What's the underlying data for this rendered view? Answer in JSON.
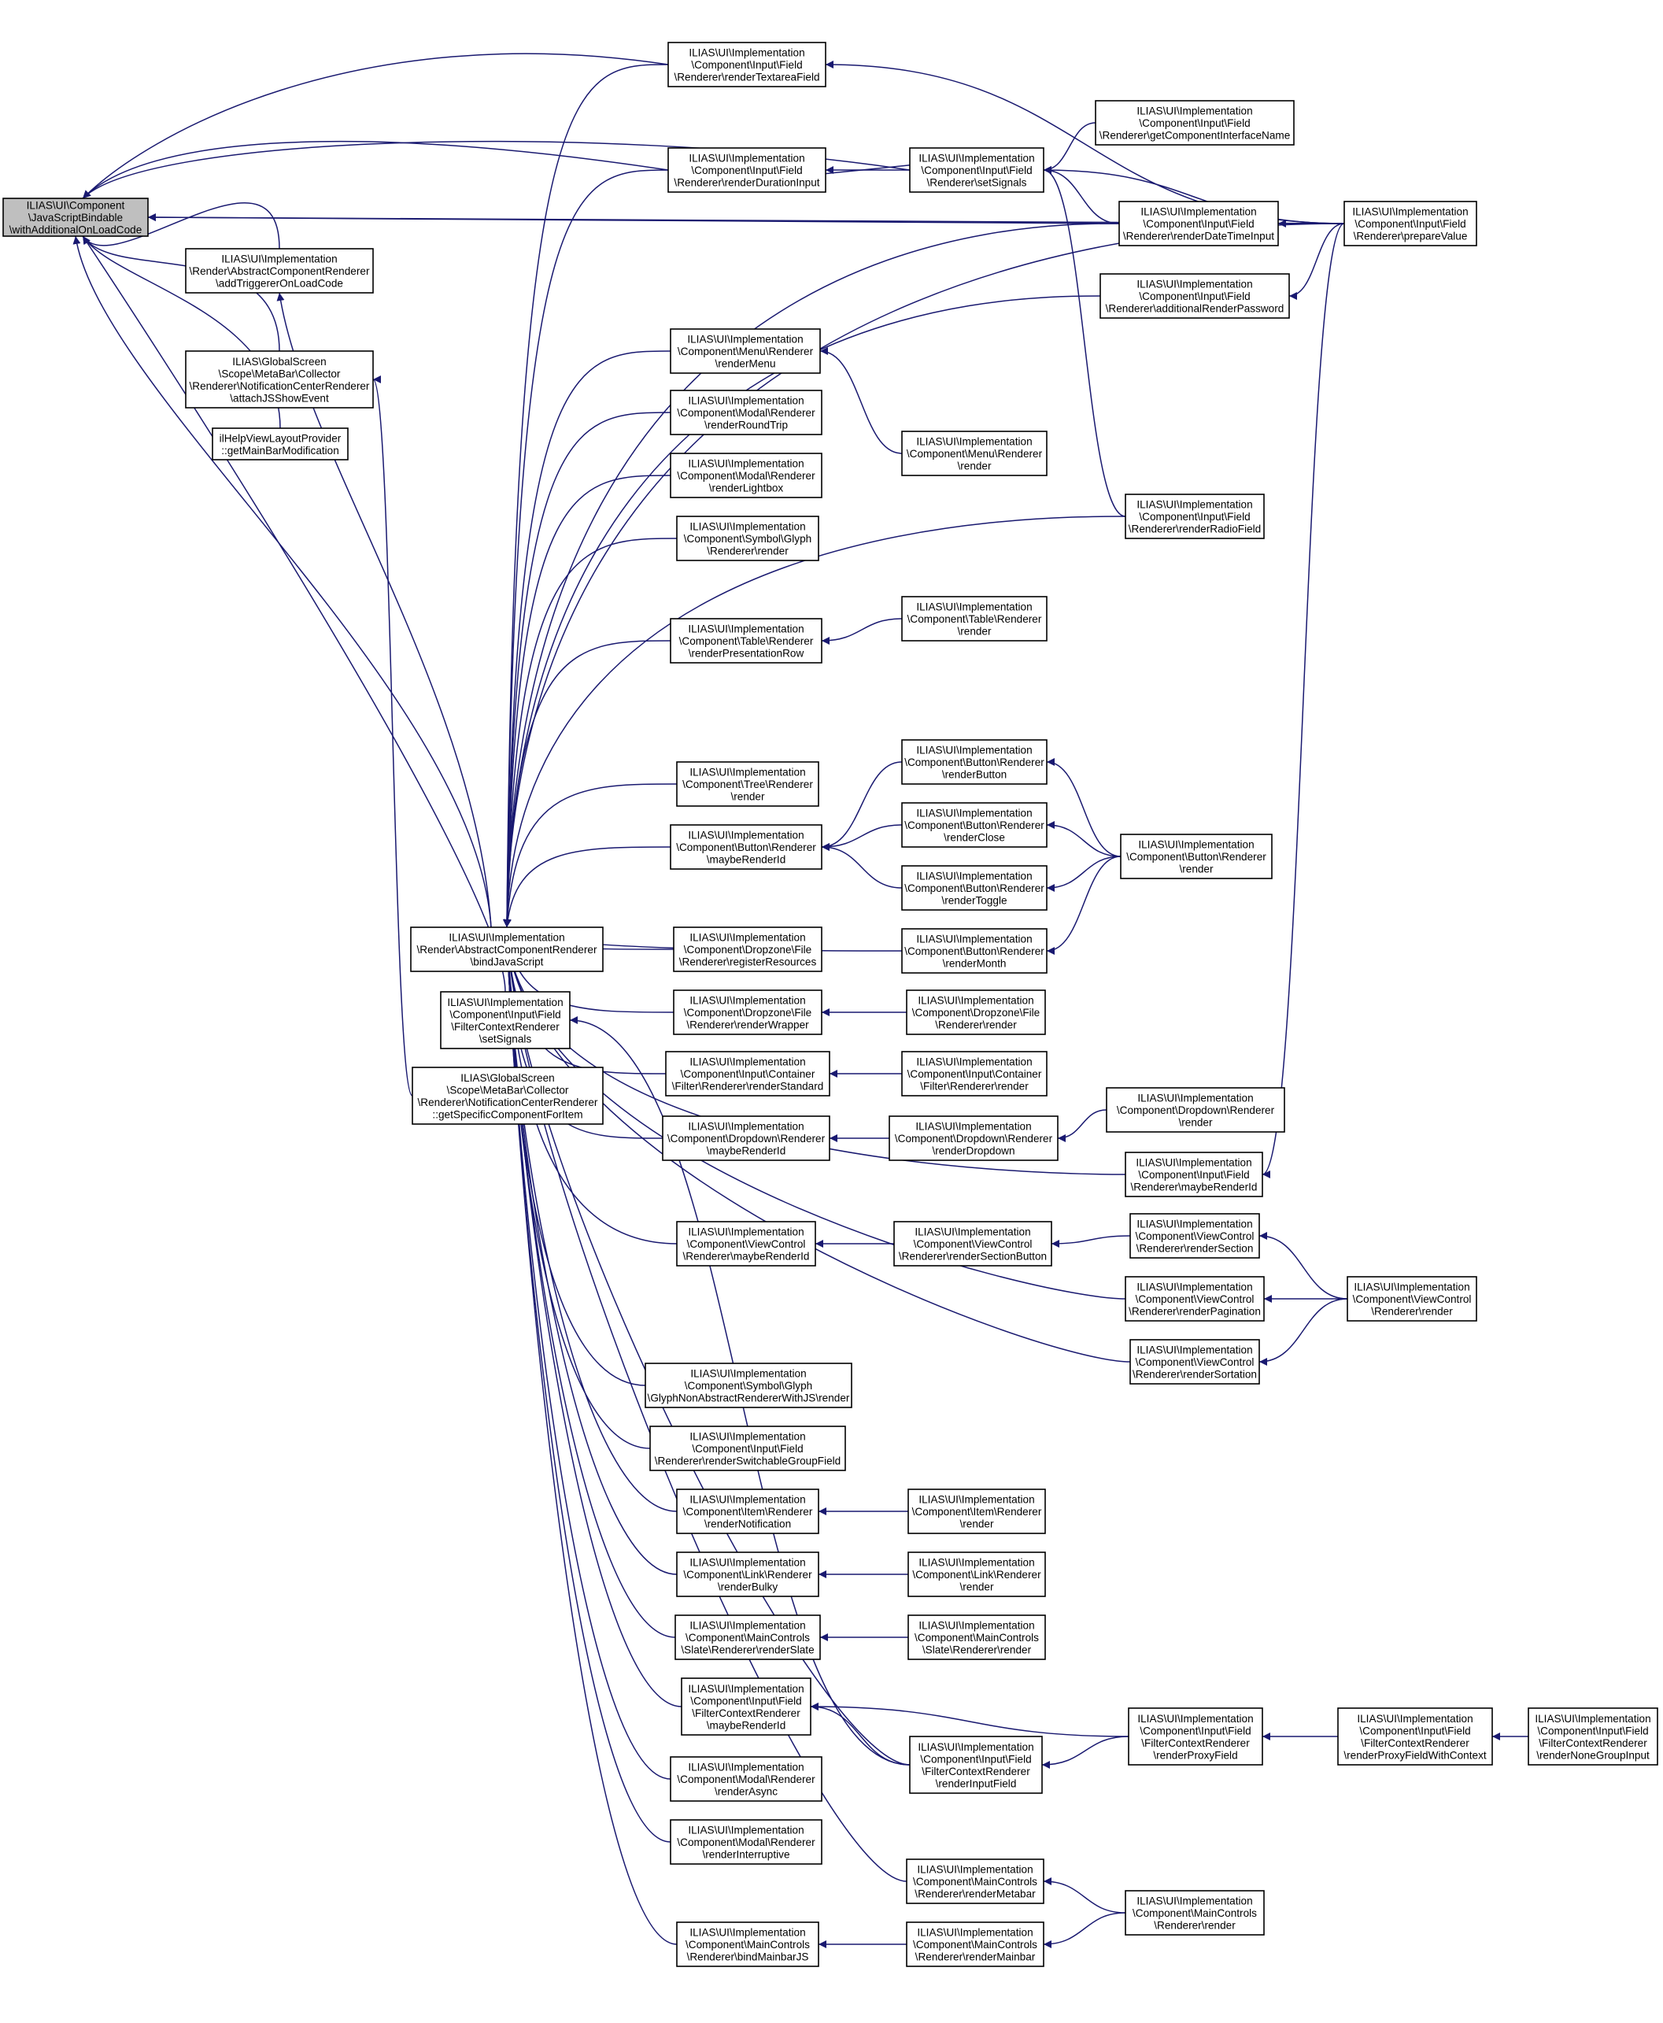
{
  "nodes": [
    {
      "id": "root",
      "lines": [
        "ILIAS\\UI\\Component",
        "\\JavaScriptBindable",
        "\\withAdditionalOnLoadCode"
      ],
      "root": true
    },
    {
      "id": "textarea",
      "lines": [
        "ILIAS\\UI\\Implementation",
        "\\Component\\Input\\Field",
        "\\Renderer\\renderTextareaField"
      ]
    },
    {
      "id": "getCompIface",
      "lines": [
        "ILIAS\\UI\\Implementation",
        "\\Component\\Input\\Field",
        "\\Renderer\\getComponentInterfaceName"
      ]
    },
    {
      "id": "duration",
      "lines": [
        "ILIAS\\UI\\Implementation",
        "\\Component\\Input\\Field",
        "\\Renderer\\renderDurationInput"
      ]
    },
    {
      "id": "fieldSetSignals",
      "lines": [
        "ILIAS\\UI\\Implementation",
        "\\Component\\Input\\Field",
        "\\Renderer\\setSignals"
      ]
    },
    {
      "id": "datetime",
      "lines": [
        "ILIAS\\UI\\Implementation",
        "\\Component\\Input\\Field",
        "\\Renderer\\renderDateTimeInput"
      ]
    },
    {
      "id": "prepareValue",
      "lines": [
        "ILIAS\\UI\\Implementation",
        "\\Component\\Input\\Field",
        "\\Renderer\\prepareValue"
      ]
    },
    {
      "id": "addTrig",
      "lines": [
        "ILIAS\\UI\\Implementation",
        "\\Render\\AbstractComponentRenderer",
        "\\addTriggererOnLoadCode"
      ]
    },
    {
      "id": "password",
      "lines": [
        "ILIAS\\UI\\Implementation",
        "\\Component\\Input\\Field",
        "\\Renderer\\additionalRenderPassword"
      ]
    },
    {
      "id": "notifAttach",
      "lines": [
        "ILIAS\\GlobalScreen",
        "\\Scope\\MetaBar\\Collector",
        "\\Renderer\\NotificationCenterRenderer",
        "\\attachJSShowEvent"
      ]
    },
    {
      "id": "renderMenu",
      "lines": [
        "ILIAS\\UI\\Implementation",
        "\\Component\\Menu\\Renderer",
        "\\renderMenu"
      ]
    },
    {
      "id": "helpView",
      "lines": [
        "ilHelpViewLayoutProvider",
        "::getMainBarModification"
      ]
    },
    {
      "id": "modalRound",
      "lines": [
        "ILIAS\\UI\\Implementation",
        "\\Component\\Modal\\Renderer",
        "\\renderRoundTrip"
      ]
    },
    {
      "id": "menuRender",
      "lines": [
        "ILIAS\\UI\\Implementation",
        "\\Component\\Menu\\Renderer",
        "\\render"
      ]
    },
    {
      "id": "modalLight",
      "lines": [
        "ILIAS\\UI\\Implementation",
        "\\Component\\Modal\\Renderer",
        "\\renderLightbox"
      ]
    },
    {
      "id": "radio",
      "lines": [
        "ILIAS\\UI\\Implementation",
        "\\Component\\Input\\Field",
        "\\Renderer\\renderRadioField"
      ]
    },
    {
      "id": "glyph",
      "lines": [
        "ILIAS\\UI\\Implementation",
        "\\Component\\Symbol\\Glyph",
        "\\Renderer\\render"
      ]
    },
    {
      "id": "tablePres",
      "lines": [
        "ILIAS\\UI\\Implementation",
        "\\Component\\Table\\Renderer",
        "\\renderPresentationRow"
      ]
    },
    {
      "id": "tableRender",
      "lines": [
        "ILIAS\\UI\\Implementation",
        "\\Component\\Table\\Renderer",
        "\\render"
      ]
    },
    {
      "id": "btnRenderButton",
      "lines": [
        "ILIAS\\UI\\Implementation",
        "\\Component\\Button\\Renderer",
        "\\renderButton"
      ]
    },
    {
      "id": "tree",
      "lines": [
        "ILIAS\\UI\\Implementation",
        "\\Component\\Tree\\Renderer",
        "\\render"
      ]
    },
    {
      "id": "btnClose",
      "lines": [
        "ILIAS\\UI\\Implementation",
        "\\Component\\Button\\Renderer",
        "\\renderClose"
      ]
    },
    {
      "id": "btnMaybe",
      "lines": [
        "ILIAS\\UI\\Implementation",
        "\\Component\\Button\\Renderer",
        "\\maybeRenderId"
      ]
    },
    {
      "id": "btnRender",
      "lines": [
        "ILIAS\\UI\\Implementation",
        "\\Component\\Button\\Renderer",
        "\\render"
      ]
    },
    {
      "id": "btnToggle",
      "lines": [
        "ILIAS\\UI\\Implementation",
        "\\Component\\Button\\Renderer",
        "\\renderToggle"
      ]
    },
    {
      "id": "bindJS",
      "lines": [
        "ILIAS\\UI\\Implementation",
        "\\Render\\AbstractComponentRenderer",
        "\\bindJavaScript"
      ]
    },
    {
      "id": "dropRegister",
      "lines": [
        "ILIAS\\UI\\Implementation",
        "\\Component\\Dropzone\\File",
        "\\Renderer\\registerResources"
      ]
    },
    {
      "id": "btnMonth",
      "lines": [
        "ILIAS\\UI\\Implementation",
        "\\Component\\Button\\Renderer",
        "\\renderMonth"
      ]
    },
    {
      "id": "filterSetSignals",
      "lines": [
        "ILIAS\\UI\\Implementation",
        "\\Component\\Input\\Field",
        "\\FilterContextRenderer",
        "\\setSignals"
      ]
    },
    {
      "id": "dropWrapper",
      "lines": [
        "ILIAS\\UI\\Implementation",
        "\\Component\\Dropzone\\File",
        "\\Renderer\\renderWrapper"
      ]
    },
    {
      "id": "dropRender",
      "lines": [
        "ILIAS\\UI\\Implementation",
        "\\Component\\Dropzone\\File",
        "\\Renderer\\render"
      ]
    },
    {
      "id": "notifSpecific",
      "lines": [
        "ILIAS\\GlobalScreen",
        "\\Scope\\MetaBar\\Collector",
        "\\Renderer\\NotificationCenterRenderer",
        "::getSpecificComponentForItem"
      ]
    },
    {
      "id": "contStandard",
      "lines": [
        "ILIAS\\UI\\Implementation",
        "\\Component\\Input\\Container",
        "\\Filter\\Renderer\\renderStandard"
      ]
    },
    {
      "id": "contRender",
      "lines": [
        "ILIAS\\UI\\Implementation",
        "\\Component\\Input\\Container",
        "\\Filter\\Renderer\\render"
      ]
    },
    {
      "id": "ddRender",
      "lines": [
        "ILIAS\\UI\\Implementation",
        "\\Component\\Dropdown\\Renderer",
        "\\render"
      ]
    },
    {
      "id": "ddMaybe",
      "lines": [
        "ILIAS\\UI\\Implementation",
        "\\Component\\Dropdown\\Renderer",
        "\\maybeRenderId"
      ]
    },
    {
      "id": "ddRenderDropdown",
      "lines": [
        "ILIAS\\UI\\Implementation",
        "\\Component\\Dropdown\\Renderer",
        "\\renderDropdown"
      ]
    },
    {
      "id": "fieldMaybe",
      "lines": [
        "ILIAS\\UI\\Implementation",
        "\\Component\\Input\\Field",
        "\\Renderer\\maybeRenderId"
      ]
    },
    {
      "id": "vcSection",
      "lines": [
        "ILIAS\\UI\\Implementation",
        "\\Component\\ViewControl",
        "\\Renderer\\renderSection"
      ]
    },
    {
      "id": "vcMaybe",
      "lines": [
        "ILIAS\\UI\\Implementation",
        "\\Component\\ViewControl",
        "\\Renderer\\maybeRenderId"
      ]
    },
    {
      "id": "vcSectionBtn",
      "lines": [
        "ILIAS\\UI\\Implementation",
        "\\Component\\ViewControl",
        "\\Renderer\\renderSectionButton"
      ]
    },
    {
      "id": "vcPagination",
      "lines": [
        "ILIAS\\UI\\Implementation",
        "\\Component\\ViewControl",
        "\\Renderer\\renderPagination"
      ]
    },
    {
      "id": "vcRender",
      "lines": [
        "ILIAS\\UI\\Implementation",
        "\\Component\\ViewControl",
        "\\Renderer\\render"
      ]
    },
    {
      "id": "vcSortation",
      "lines": [
        "ILIAS\\UI\\Implementation",
        "\\Component\\ViewControl",
        "\\Renderer\\renderSortation"
      ]
    },
    {
      "id": "glyphNonAbs",
      "lines": [
        "ILIAS\\UI\\Implementation",
        "\\Component\\Symbol\\Glyph",
        "\\GlyphNonAbstractRendererWithJS\\render"
      ]
    },
    {
      "id": "switchable",
      "lines": [
        "ILIAS\\UI\\Implementation",
        "\\Component\\Input\\Field",
        "\\Renderer\\renderSwitchableGroupField"
      ]
    },
    {
      "id": "itemNotif",
      "lines": [
        "ILIAS\\UI\\Implementation",
        "\\Component\\Item\\Renderer",
        "\\renderNotification"
      ]
    },
    {
      "id": "itemRender",
      "lines": [
        "ILIAS\\UI\\Implementation",
        "\\Component\\Item\\Renderer",
        "\\render"
      ]
    },
    {
      "id": "linkBulky",
      "lines": [
        "ILIAS\\UI\\Implementation",
        "\\Component\\Link\\Renderer",
        "\\renderBulky"
      ]
    },
    {
      "id": "linkRender",
      "lines": [
        "ILIAS\\UI\\Implementation",
        "\\Component\\Link\\Renderer",
        "\\render"
      ]
    },
    {
      "id": "slateRenderSlate",
      "lines": [
        "ILIAS\\UI\\Implementation",
        "\\Component\\MainControls",
        "\\Slate\\Renderer\\renderSlate"
      ]
    },
    {
      "id": "slateRender",
      "lines": [
        "ILIAS\\UI\\Implementation",
        "\\Component\\MainControls",
        "\\Slate\\Renderer\\render"
      ]
    },
    {
      "id": "filterMaybe",
      "lines": [
        "ILIAS\\UI\\Implementation",
        "\\Component\\Input\\Field",
        "\\FilterContextRenderer",
        "\\maybeRenderId"
      ]
    },
    {
      "id": "proxyField",
      "lines": [
        "ILIAS\\UI\\Implementation",
        "\\Component\\Input\\Field",
        "\\FilterContextRenderer",
        "\\renderProxyField"
      ]
    },
    {
      "id": "proxyWithCtx",
      "lines": [
        "ILIAS\\UI\\Implementation",
        "\\Component\\Input\\Field",
        "\\FilterContextRenderer",
        "\\renderProxyFieldWithContext"
      ]
    },
    {
      "id": "noneGroup",
      "lines": [
        "ILIAS\\UI\\Implementation",
        "\\Component\\Input\\Field",
        "\\FilterContextRenderer",
        "\\renderNoneGroupInput"
      ]
    },
    {
      "id": "inputField",
      "lines": [
        "ILIAS\\UI\\Implementation",
        "\\Component\\Input\\Field",
        "\\FilterContextRenderer",
        "\\renderInputField"
      ]
    },
    {
      "id": "modalAsync",
      "lines": [
        "ILIAS\\UI\\Implementation",
        "\\Component\\Modal\\Renderer",
        "\\renderAsync"
      ]
    },
    {
      "id": "modalInterr",
      "lines": [
        "ILIAS\\UI\\Implementation",
        "\\Component\\Modal\\Renderer",
        "\\renderInterruptive"
      ]
    },
    {
      "id": "mcMetabar",
      "lines": [
        "ILIAS\\UI\\Implementation",
        "\\Component\\MainControls",
        "\\Renderer\\renderMetabar"
      ]
    },
    {
      "id": "mcRender",
      "lines": [
        "ILIAS\\UI\\Implementation",
        "\\Component\\MainControls",
        "\\Renderer\\render"
      ]
    },
    {
      "id": "mcBindMainbar",
      "lines": [
        "ILIAS\\UI\\Implementation",
        "\\Component\\MainControls",
        "\\Renderer\\bindMainbarJS"
      ]
    },
    {
      "id": "mcMainbar",
      "lines": [
        "ILIAS\\UI\\Implementation",
        "\\Component\\MainControls",
        "\\Renderer\\renderMainbar"
      ]
    }
  ],
  "edges": [
    [
      "textarea",
      "root"
    ],
    [
      "duration",
      "root"
    ],
    [
      "fieldSetSignals",
      "root"
    ],
    [
      "datetime",
      "root"
    ],
    [
      "addTrig",
      "root"
    ],
    [
      "notifAttach",
      "root"
    ],
    [
      "helpView",
      "root"
    ],
    [
      "bindJS",
      "root"
    ],
    [
      "filterSetSignals",
      "root"
    ],
    [
      "prepareValue",
      "root"
    ],
    [
      "prepareValue",
      "textarea"
    ],
    [
      "fieldSetSignals",
      "duration"
    ],
    [
      "duration",
      "fieldSetSignals"
    ],
    [
      "getCompIface",
      "fieldSetSignals"
    ],
    [
      "datetime",
      "fieldSetSignals"
    ],
    [
      "prepareValue",
      "fieldSetSignals"
    ],
    [
      "radio",
      "fieldSetSignals"
    ],
    [
      "prepareValue",
      "datetime"
    ],
    [
      "prepareValue",
      "password"
    ],
    [
      "notifSpecific",
      "notifAttach"
    ],
    [
      "bindJS",
      "addTrig"
    ],
    [
      "textarea",
      "bindJS"
    ],
    [
      "duration",
      "bindJS"
    ],
    [
      "datetime",
      "bindJS"
    ],
    [
      "password",
      "bindJS"
    ],
    [
      "renderMenu",
      "bindJS"
    ],
    [
      "modalRound",
      "bindJS"
    ],
    [
      "modalLight",
      "bindJS"
    ],
    [
      "glyph",
      "bindJS"
    ],
    [
      "tablePres",
      "bindJS"
    ],
    [
      "radio",
      "bindJS"
    ],
    [
      "prepareValue",
      "bindJS"
    ],
    [
      "tree",
      "bindJS"
    ],
    [
      "btnMaybe",
      "bindJS"
    ],
    [
      "btnMonth",
      "bindJS"
    ],
    [
      "dropRegister",
      "bindJS"
    ],
    [
      "dropWrapper",
      "bindJS"
    ],
    [
      "contStandard",
      "bindJS"
    ],
    [
      "ddMaybe",
      "bindJS"
    ],
    [
      "fieldMaybe",
      "bindJS"
    ],
    [
      "vcMaybe",
      "bindJS"
    ],
    [
      "vcPagination",
      "bindJS"
    ],
    [
      "vcSortation",
      "bindJS"
    ],
    [
      "glyphNonAbs",
      "bindJS"
    ],
    [
      "switchable",
      "bindJS"
    ],
    [
      "itemNotif",
      "bindJS"
    ],
    [
      "linkBulky",
      "bindJS"
    ],
    [
      "slateRenderSlate",
      "bindJS"
    ],
    [
      "filterMaybe",
      "bindJS"
    ],
    [
      "modalAsync",
      "bindJS"
    ],
    [
      "modalInterr",
      "bindJS"
    ],
    [
      "mcMetabar",
      "bindJS"
    ],
    [
      "mcBindMainbar",
      "bindJS"
    ],
    [
      "inputField",
      "bindJS"
    ],
    [
      "menuRender",
      "renderMenu"
    ],
    [
      "tableRender",
      "tablePres"
    ],
    [
      "btnRenderButton",
      "btnMaybe"
    ],
    [
      "btnClose",
      "btnMaybe"
    ],
    [
      "btnToggle",
      "btnMaybe"
    ],
    [
      "btnRender",
      "btnRenderButton"
    ],
    [
      "btnRender",
      "btnClose"
    ],
    [
      "btnRender",
      "btnToggle"
    ],
    [
      "btnRender",
      "btnMonth"
    ],
    [
      "dropRender",
      "dropWrapper"
    ],
    [
      "contRender",
      "contStandard"
    ],
    [
      "ddRenderDropdown",
      "ddMaybe"
    ],
    [
      "ddRender",
      "ddRenderDropdown"
    ],
    [
      "prepareValue",
      "fieldMaybe"
    ],
    [
      "vcSectionBtn",
      "vcMaybe"
    ],
    [
      "vcSection",
      "vcSectionBtn"
    ],
    [
      "vcRender",
      "vcSection"
    ],
    [
      "vcRender",
      "vcPagination"
    ],
    [
      "vcRender",
      "vcSortation"
    ],
    [
      "itemRender",
      "itemNotif"
    ],
    [
      "linkRender",
      "linkBulky"
    ],
    [
      "slateRender",
      "slateRenderSlate"
    ],
    [
      "proxyField",
      "filterMaybe"
    ],
    [
      "inputField",
      "filterMaybe"
    ],
    [
      "proxyField",
      "inputField"
    ],
    [
      "proxyWithCtx",
      "proxyField"
    ],
    [
      "noneGroup",
      "proxyWithCtx"
    ],
    [
      "mcRender",
      "mcMetabar"
    ],
    [
      "mcMainbar",
      "mcBindMainbar"
    ],
    [
      "mcRender",
      "mcMainbar"
    ],
    [
      "inputField",
      "filterSetSignals"
    ]
  ]
}
